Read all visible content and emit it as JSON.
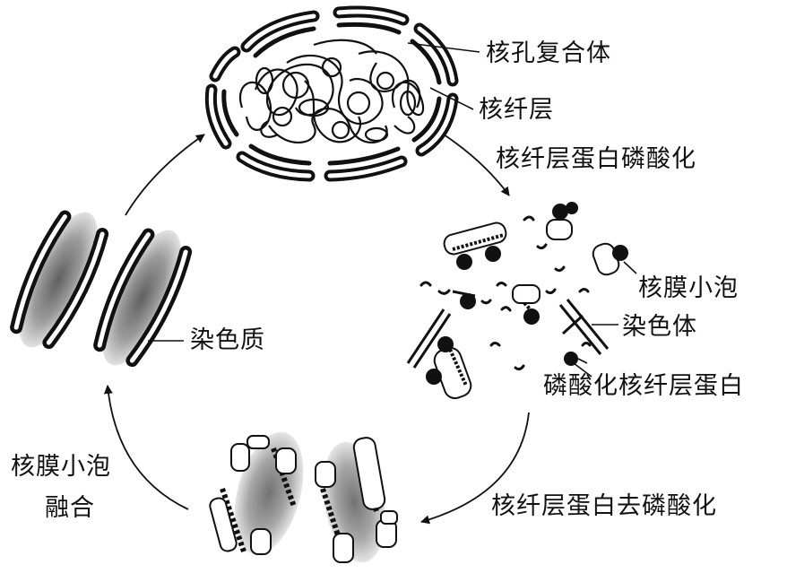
{
  "labels": {
    "nuclear_pore_complex": "核孔复合体",
    "nuclear_lamina": "核纤层",
    "lamin_phosphorylation": "核纤层蛋白磷酸化",
    "nuclear_vesicle": "核膜小泡",
    "chromosome": "染色体",
    "phosphorylated_lamin": "磷酸化核纤层蛋白",
    "lamin_dephosphorylation": "核纤层蛋白去磷酸化",
    "vesicle_fusion_line1": "核膜小泡",
    "vesicle_fusion_line2": "融合",
    "chromatin": "染色质"
  },
  "colors": {
    "ink": "#111111",
    "paper": "#ffffff"
  }
}
